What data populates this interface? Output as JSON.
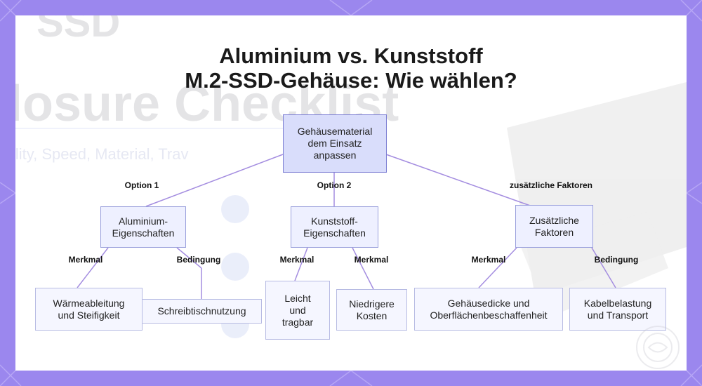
{
  "title": {
    "line1": "Aluminium vs. Kunststoff",
    "line2": "M.2-SSD-Gehäuse: Wie wählen?"
  },
  "background_text": {
    "line1": "SSD",
    "line2": "losure Checklist",
    "line3": "ility, Speed, Material, Trav"
  },
  "root": {
    "lines": [
      "Gehäusematerial",
      "dem Einsatz",
      "anpassen"
    ]
  },
  "edges": {
    "option1": "Option 1",
    "option2": "Option 2",
    "factors": "zusätzliche Faktoren",
    "alu_left": "Merkmal",
    "alu_right": "Bedingung",
    "kunst_left": "Merkmal",
    "kunst_right": "Merkmal",
    "factor_left": "Merkmal",
    "factor_right": "Bedingung"
  },
  "level1": {
    "aluminium": {
      "lines": [
        "Aluminium-",
        "Eigenschaften"
      ]
    },
    "kunststoff": {
      "lines": [
        "Kunststoff-",
        "Eigenschaften"
      ]
    },
    "zusatz": {
      "lines": [
        "Zusätzliche",
        "Faktoren"
      ]
    }
  },
  "leaves": {
    "waerme": {
      "lines": [
        "Wärmeableitung",
        "und Steifigkeit"
      ]
    },
    "schreibtisch": {
      "lines": [
        "Schreibtischnutzung"
      ]
    },
    "leicht": {
      "lines": [
        "Leicht",
        "und",
        "tragbar"
      ]
    },
    "kosten": {
      "lines": [
        "Niedrigere",
        "Kosten"
      ]
    },
    "gehaeuse": {
      "lines": [
        "Gehäusedicke und",
        "Oberflächenbeschaffenheit"
      ]
    },
    "kabel": {
      "lines": [
        "Kabelbelastung",
        "und Transport"
      ]
    }
  },
  "colors": {
    "frame": "#9b87ee",
    "connector": "#a48de0",
    "root_fill": "#d9ddfb",
    "node_fill": "#eef0ff",
    "leaf_fill": "#f5f6ff"
  }
}
